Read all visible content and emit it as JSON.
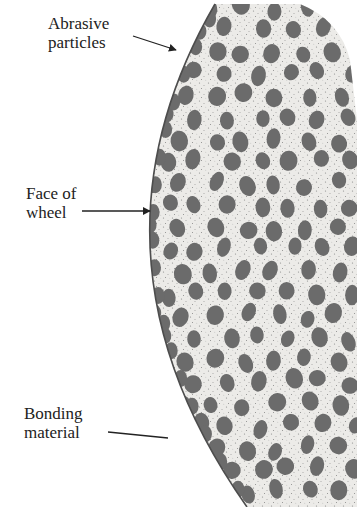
{
  "diagram": {
    "labels": [
      "Abrasive particles",
      "Face of wheel",
      "Bonding material"
    ]
  }
}
